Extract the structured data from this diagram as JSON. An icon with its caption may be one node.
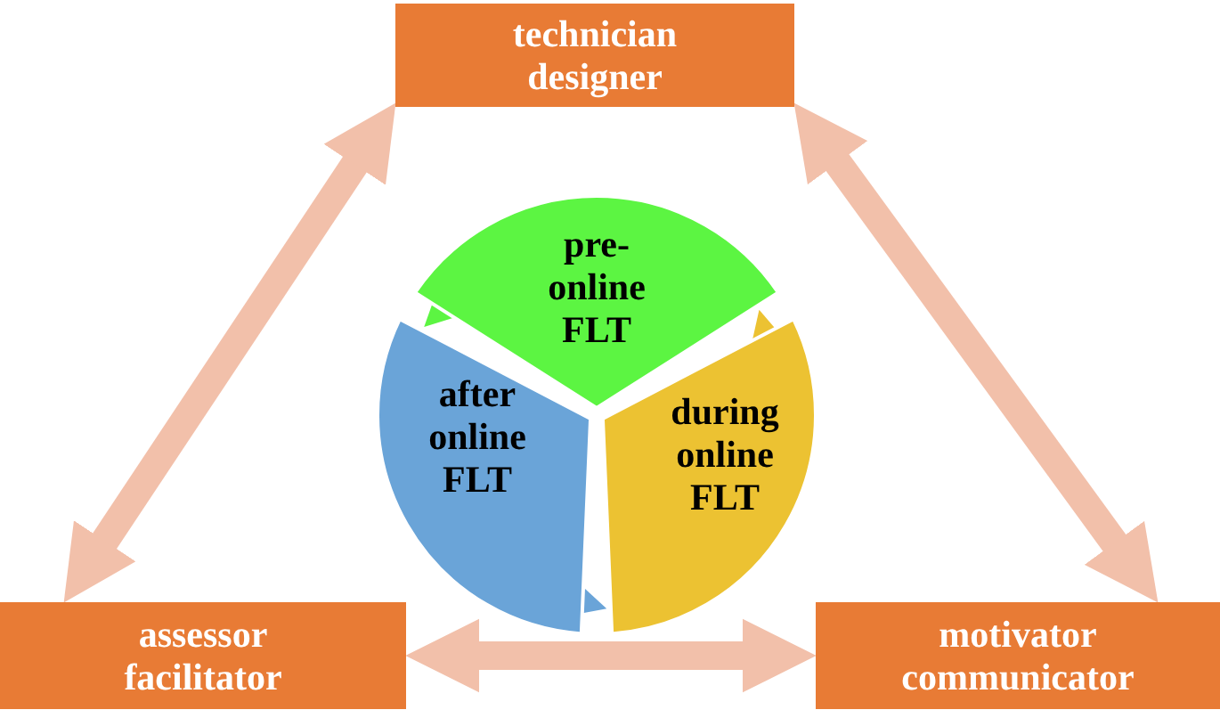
{
  "diagram": {
    "nodes": [
      {
        "text": [
          "technician designer"
        ]
      },
      {
        "text": [
          "pre- online FLT"
        ]
      },
      {
        "text": [
          "during online FLT"
        ]
      },
      {
        "text": [
          "after online FLT"
        ]
      },
      {
        "text": [
          "assessor facilitator"
        ]
      },
      {
        "text": [
          "motivator communicator"
        ]
      }
    ],
    "edges": [
      {
        "from": 0,
        "to": 4,
        "arrow": "both"
      },
      {
        "from": 0,
        "to": 5,
        "arrow": "both"
      },
      {
        "from": 4,
        "to": 5,
        "arrow": "both"
      },
      {
        "from": 1,
        "to": 3,
        "arrow": "to",
        "color": "#5cf542"
      },
      {
        "from": 3,
        "to": 2,
        "arrow": "to",
        "color": "#6aa4d8"
      },
      {
        "from": 2,
        "to": 1,
        "arrow": "to",
        "color": "#ecc232"
      }
    ]
  }
}
